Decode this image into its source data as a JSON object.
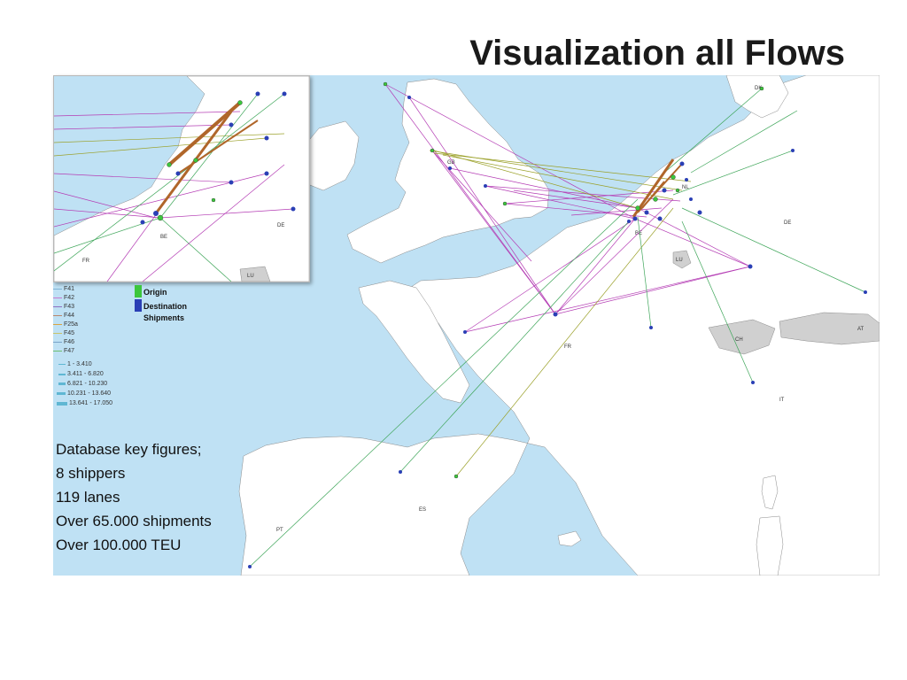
{
  "title": "Visualization all Flows",
  "main_map_labels": {
    "gb": "GB",
    "nl": "NL",
    "be": "BE",
    "de": "DE",
    "lu": "LU",
    "fr": "FR",
    "ch": "CH",
    "at": "AT",
    "it": "IT",
    "es": "ES",
    "pt": "PT",
    "dk": "DK"
  },
  "inset_labels": {
    "be": "BE",
    "de": "DE",
    "fr": "FR",
    "lu": "LU"
  },
  "legend": {
    "flows": [
      "F41",
      "F42",
      "F43",
      "F44",
      "F25a",
      "F45",
      "F46",
      "F47"
    ],
    "flow_colors": [
      "#7fb3d5",
      "#c77bd1",
      "#8e6fc1",
      "#b9866b",
      "#d9a441",
      "#c9c46a",
      "#7aa3c9",
      "#6fbf6f"
    ],
    "ranges": [
      "1 - 3.410",
      "3.411 - 6.820",
      "6.821 - 10.230",
      "10.231 - 13.640",
      "13.641 - 17.050"
    ],
    "origin": "Origin",
    "destination": "Destination",
    "shipments": "Shipments",
    "origin_color": "#3cc63c",
    "destination_color": "#2a3fb5"
  },
  "key_figures": [
    "Database key figures;",
    "8 shippers",
    "119 lanes",
    "Over 65.000 shipments",
    "Over 100.000 TEU"
  ],
  "colors": {
    "sea": "#bfe1f4",
    "land": "#ffffff",
    "neutral_land": "#d0d0d0",
    "flow_magenta": "#b43cb4",
    "flow_green": "#3fa65a",
    "flow_olive": "#9aa028",
    "flow_brown": "#b0662a"
  }
}
